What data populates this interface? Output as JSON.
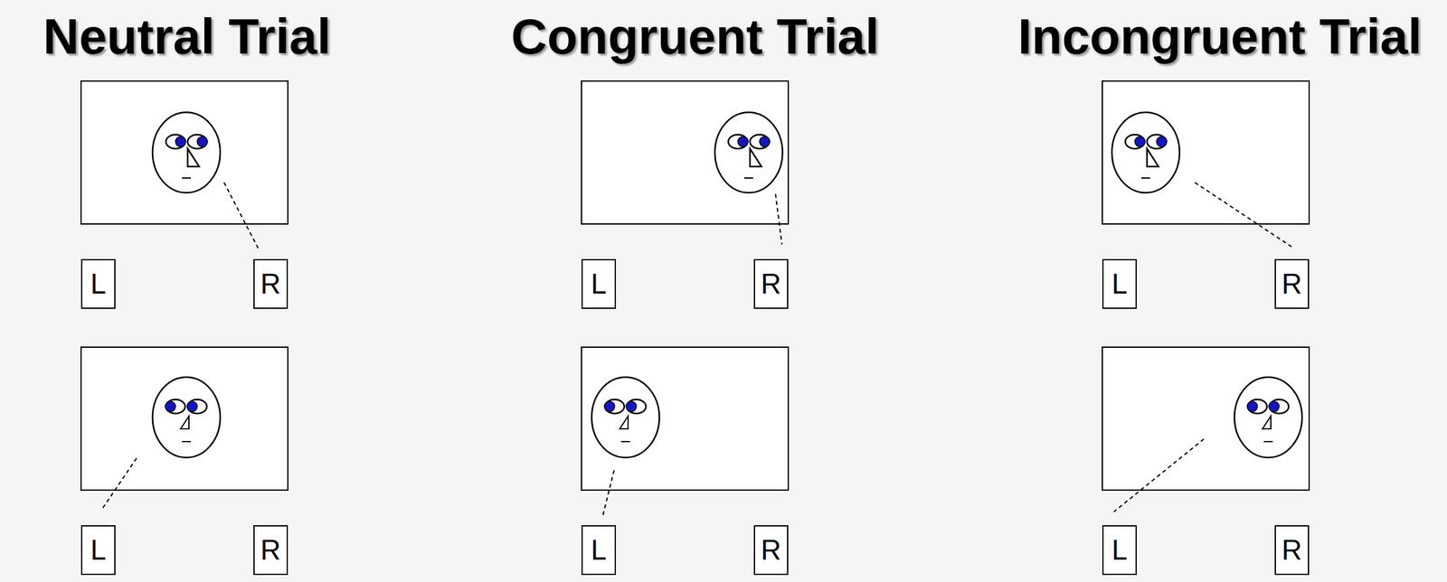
{
  "diagram": {
    "nodes": [
      {
        "text": [
          "L"
        ]
      },
      {
        "text": [
          "R"
        ]
      },
      {
        "text": [
          "L"
        ]
      },
      {
        "text": [
          "R"
        ]
      },
      {
        "text": [
          "L"
        ]
      },
      {
        "text": [
          "R"
        ]
      },
      {
        "text": [
          "L"
        ]
      },
      {
        "text": [
          "R"
        ]
      },
      {
        "text": [
          "L"
        ]
      },
      {
        "text": [
          "R"
        ]
      },
      {
        "text": [
          "L"
        ]
      },
      {
        "text": [
          "R"
        ]
      }
    ],
    "labels": [
      "Neutral Trial",
      "Congruent Trial",
      "Incongruent Trial"
    ]
  }
}
